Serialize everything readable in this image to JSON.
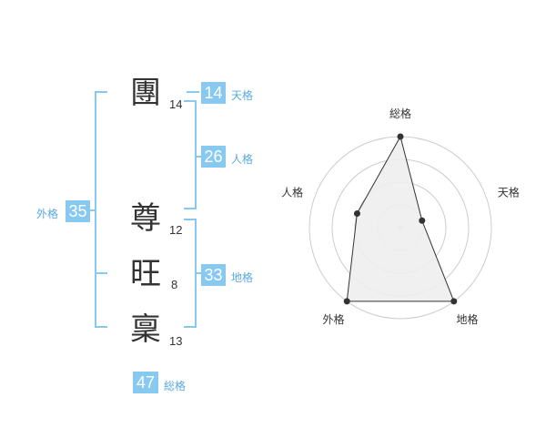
{
  "colors": {
    "accent": "#88c9f2",
    "accent_text": "#5aaadf",
    "ink": "#333333",
    "grid": "#cccccc",
    "fill": "#eeeeee"
  },
  "name": {
    "characters": [
      {
        "char": "團",
        "strokes": "14"
      },
      {
        "char": "尊",
        "strokes": "12"
      },
      {
        "char": "旺",
        "strokes": "8"
      },
      {
        "char": "稟",
        "strokes": "13"
      }
    ]
  },
  "fortune": {
    "tenkaku": {
      "value": "14",
      "label": "天格"
    },
    "jinkaku": {
      "value": "26",
      "label": "人格"
    },
    "chikaku": {
      "value": "33",
      "label": "地格"
    },
    "gaikaku": {
      "value": "35",
      "label": "外格"
    },
    "soukaku": {
      "value": "47",
      "label": "総格"
    }
  },
  "chart_data": {
    "type": "radar",
    "axes": [
      "総格",
      "天格",
      "地格",
      "外格",
      "人格"
    ],
    "values": [
      4,
      1,
      4,
      4,
      2
    ],
    "max": 4
  }
}
